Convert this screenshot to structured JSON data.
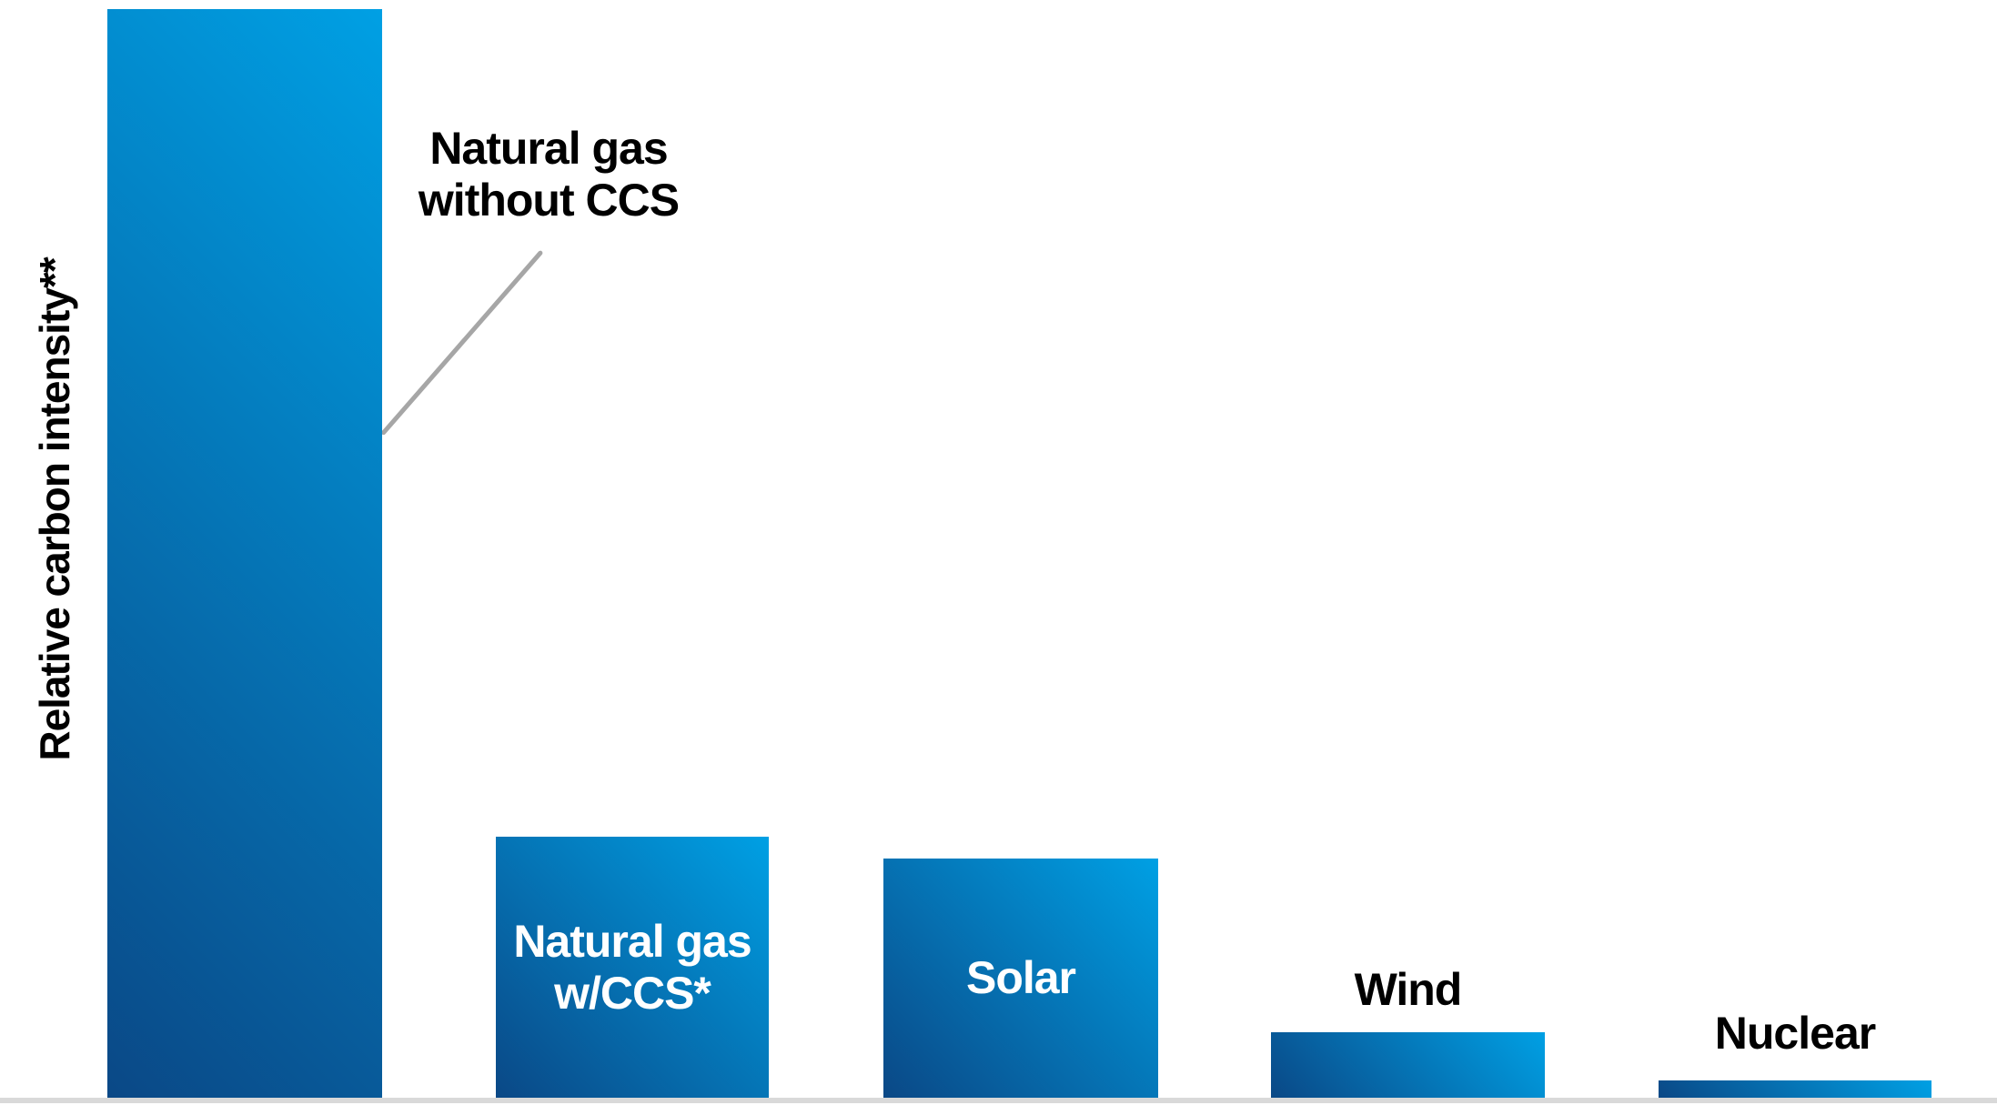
{
  "ylabel": "Relative carbon intensity**",
  "annotation": {
    "line1": "Natural gas",
    "line2": "without CCS"
  },
  "bar_labels": {
    "gas_ccs_line1": "Natural gas",
    "gas_ccs_line2": "w/CCS*",
    "solar": "Solar",
    "wind": "Wind",
    "nuclear": "Nuclear"
  },
  "colors": {
    "bar_gradient_start": "#0a4886",
    "bar_gradient_end": "#00a0e4",
    "baseline": "#d9d9d9",
    "leader_line": "#a6a6a6",
    "label_dark": "#000000",
    "label_light": "#ffffff",
    "background": "#ffffff"
  },
  "chart_data": {
    "type": "bar",
    "title": "",
    "xlabel": "",
    "ylabel": "Relative carbon intensity**",
    "categories": [
      "Natural gas without CCS",
      "Natural gas w/CCS*",
      "Solar",
      "Wind",
      "Nuclear"
    ],
    "values": [
      1.0,
      0.24,
      0.22,
      0.06,
      0.016
    ],
    "ylim": [
      0,
      1.0
    ],
    "grid": false,
    "legend": false,
    "axis_ticks": false,
    "annotations": [
      {
        "text": "Natural gas without CCS",
        "points_to": "Natural gas without CCS"
      }
    ],
    "bar_style": "diagonal gradient, dark navy bottom-left to bright cyan top-right"
  }
}
